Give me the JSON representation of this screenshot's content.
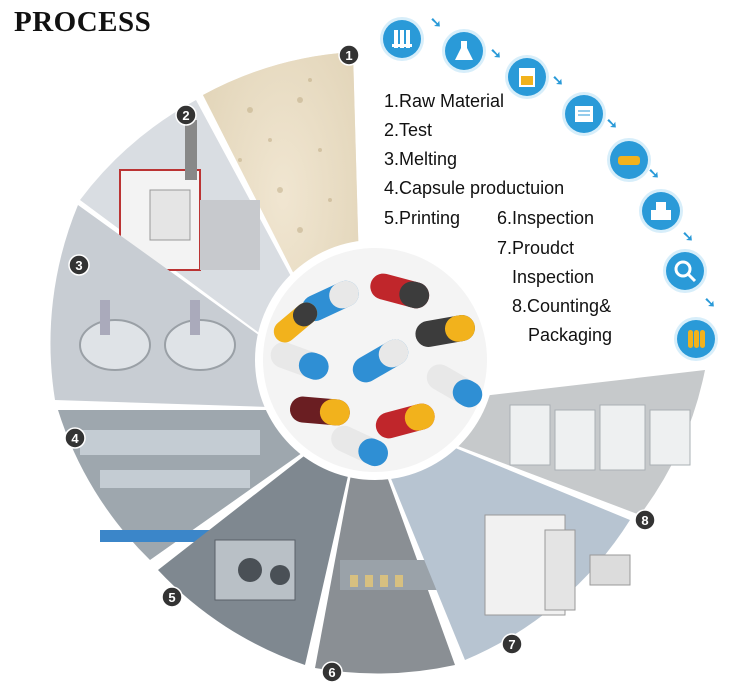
{
  "title": "PROCESS",
  "steps": [
    {
      "label": "1.Raw Material"
    },
    {
      "label": "2.Test"
    },
    {
      "label": "3.Melting"
    },
    {
      "label": "4.Capsule productuion"
    },
    {
      "label": "5.Printing"
    },
    {
      "label": "6.Inspection"
    },
    {
      "label": "7.Proudct"
    },
    {
      "label": "Inspection"
    },
    {
      "label": "8.Counting&"
    },
    {
      "label": "Packaging"
    }
  ],
  "segment_numbers": [
    "1",
    "2",
    "3",
    "4",
    "5",
    "6",
    "7",
    "8"
  ],
  "colors": {
    "icon_blue": "#2a9ad8",
    "capsule_colors": [
      "#2f8fd4",
      "#e8e8e8",
      "#f2b21c",
      "#c0262b",
      "#6a1e22",
      "#3c3c3c"
    ]
  },
  "process_icons": [
    "test-tubes-icon",
    "flask-icon",
    "beaker-icon",
    "document-icon",
    "capsule-tray-icon",
    "machine-icon",
    "magnifier-icon",
    "capsules-icon"
  ]
}
